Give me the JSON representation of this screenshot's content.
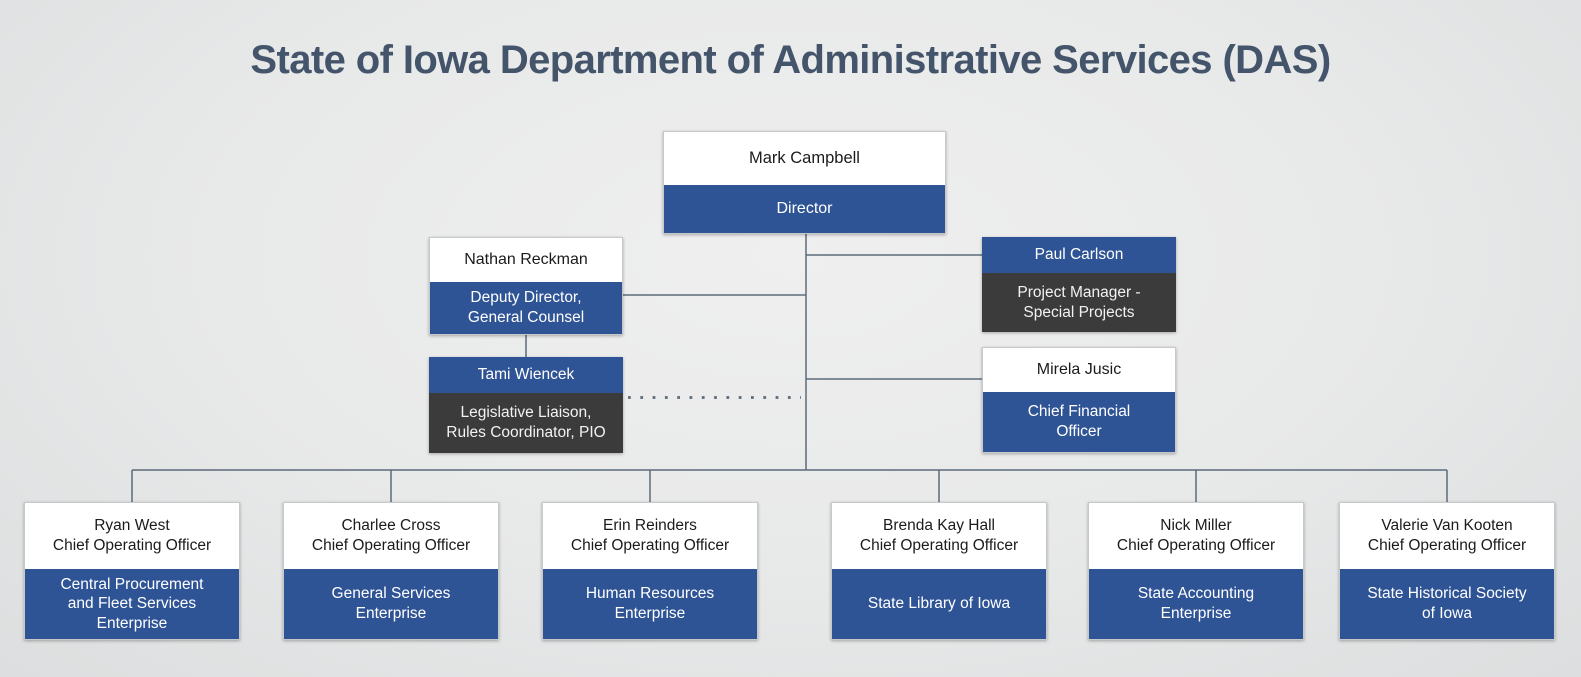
{
  "title": "State of Iowa Department of Administrative Services (DAS)",
  "colors": {
    "accent_blue": "#2F5496",
    "dark_gray": "#3B3B3B",
    "title_text": "#44546A",
    "connector_line": "#5B6B7B",
    "background": "#E8E9E9"
  },
  "org": {
    "director": {
      "person": "Mark Campbell",
      "role": "Director"
    },
    "deputy": {
      "person": "Nathan Reckman",
      "role": "Deputy Director,\nGeneral Counsel"
    },
    "project_manager": {
      "person": "Paul Carlson",
      "role": "Project Manager -\nSpecial Projects"
    },
    "legislative": {
      "person": "Tami Wiencek",
      "role": "Legislative Liaison,\nRules Coordinator, PIO"
    },
    "cfo": {
      "person": "Mirela Jusic",
      "role": "Chief Financial\nOfficer"
    },
    "units": [
      {
        "person": "Ryan West",
        "role": "Chief Operating Officer",
        "org": "Central Procurement\nand Fleet Services\nEnterprise"
      },
      {
        "person": "Charlee Cross",
        "role": "Chief Operating Officer",
        "org": "General Services\nEnterprise"
      },
      {
        "person": "Erin Reinders",
        "role": "Chief Operating Officer",
        "org": "Human Resources\nEnterprise"
      },
      {
        "person": "Brenda Kay Hall",
        "role": "Chief Operating Officer",
        "org": "State Library of Iowa"
      },
      {
        "person": "Nick Miller",
        "role": "Chief Operating Officer",
        "org": "State Accounting\nEnterprise"
      },
      {
        "person": "Valerie Van Kooten",
        "role": "Chief Operating Officer",
        "org": "State Historical Society\nof Iowa"
      }
    ]
  }
}
